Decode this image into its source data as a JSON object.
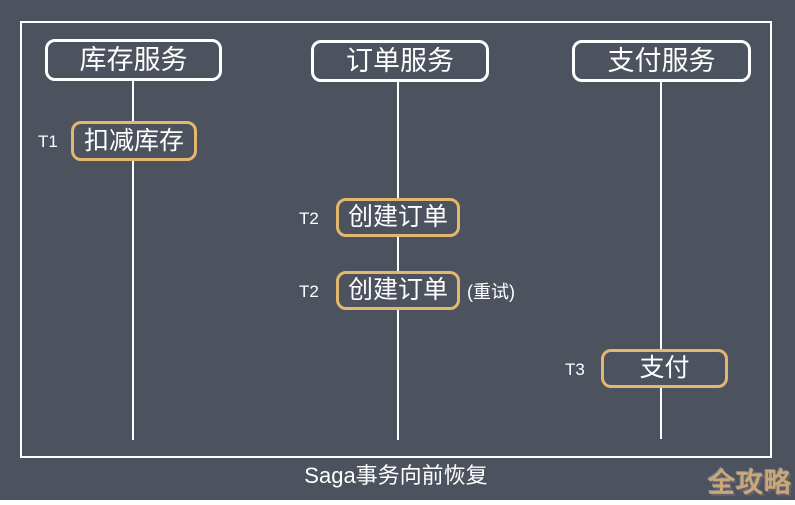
{
  "colors": {
    "background": "#4d525f",
    "line": "#ffffff",
    "accent_border": "#e3b86e",
    "watermark": "#c9a877"
  },
  "services": [
    {
      "label": "库存服务"
    },
    {
      "label": "订单服务"
    },
    {
      "label": "支付服务"
    }
  ],
  "steps": [
    {
      "t_label": "T1",
      "label": "扣减库存",
      "note": ""
    },
    {
      "t_label": "T2",
      "label": "创建订单",
      "note": ""
    },
    {
      "t_label": "T2",
      "label": "创建订单",
      "note": "(重试)"
    },
    {
      "t_label": "T3",
      "label": "支付",
      "note": ""
    }
  ],
  "caption": "Saga事务向前恢复",
  "watermark": "全攻略"
}
